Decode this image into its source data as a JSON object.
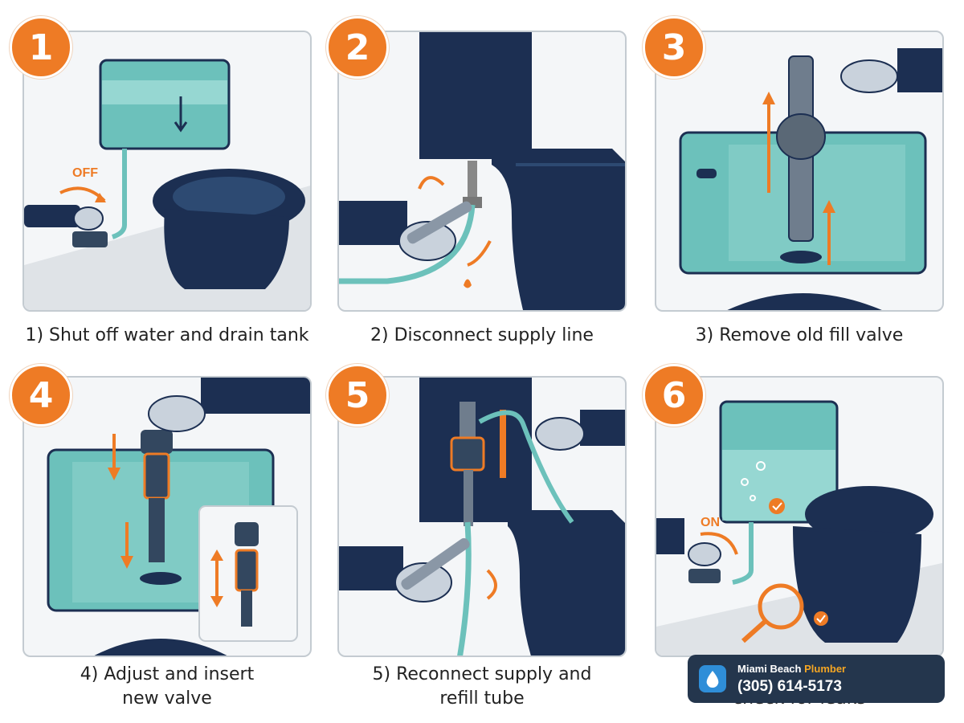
{
  "steps": [
    {
      "number": "1",
      "caption": "1) Shut off water and drain tank",
      "label": "OFF"
    },
    {
      "number": "2",
      "caption": "2) Disconnect supply line"
    },
    {
      "number": "3",
      "caption": "3) Remove old fill valve"
    },
    {
      "number": "4",
      "caption": "4) Adjust and insert new valve"
    },
    {
      "number": "5",
      "caption": "5) Reconnect supply and refill tube"
    },
    {
      "number": "6",
      "caption": "6) Turn water on and check for leaks",
      "label": "ON"
    }
  ],
  "brand": {
    "name": "Miami Beach ",
    "name_accent": "Plumber",
    "phone": "(305) 614-5173",
    "icon": "water-drop-icon"
  },
  "colors": {
    "accent": "#ee7b25",
    "navy": "#1c2f52",
    "teal": "#5fb3b0",
    "badge_bg": "#24364d"
  }
}
